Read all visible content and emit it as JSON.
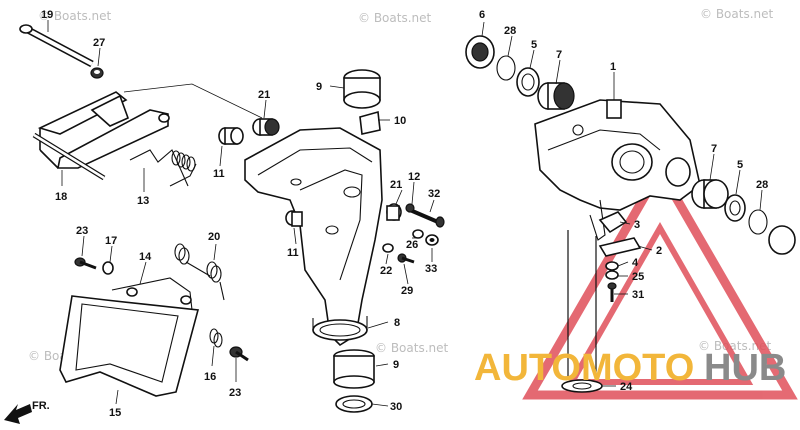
{
  "watermarks": {
    "top_center": "© Boats.net",
    "top_left": "© Boats.net",
    "top_right": "© Boats.net",
    "mid_left": "© Boats.net",
    "mid_center": "© Boats.net",
    "mid_right": "© Boats.net"
  },
  "brand": {
    "part1": "AUTOMOTO",
    "part2": "HUB",
    "color_primary": "#f2b63a",
    "color_secondary": "#8a8a8a",
    "triangle_color": "#e0505a"
  },
  "direction": {
    "label": "FR."
  },
  "callouts": {
    "c19": "19",
    "c27": "27",
    "c18": "18",
    "c13": "13",
    "c11a": "11",
    "c21a": "21",
    "c9a": "9",
    "c10": "10",
    "c21b": "21",
    "c12": "12",
    "c32": "32",
    "c11b": "11",
    "c26": "26",
    "c22": "22",
    "c33": "33",
    "c29": "29",
    "c8": "8",
    "c9b": "9",
    "c30": "30",
    "c23a": "23",
    "c17": "17",
    "c14": "14",
    "c20": "20",
    "c16": "16",
    "c23b": "23",
    "c15": "15",
    "c6": "6",
    "c28a": "28",
    "c5a": "5",
    "c7a": "7",
    "c1": "1",
    "c7b": "7",
    "c5b": "5",
    "c28b": "28",
    "c3": "3",
    "c2": "2",
    "c4": "4",
    "c25": "25",
    "c31": "31",
    "c24": "24"
  }
}
